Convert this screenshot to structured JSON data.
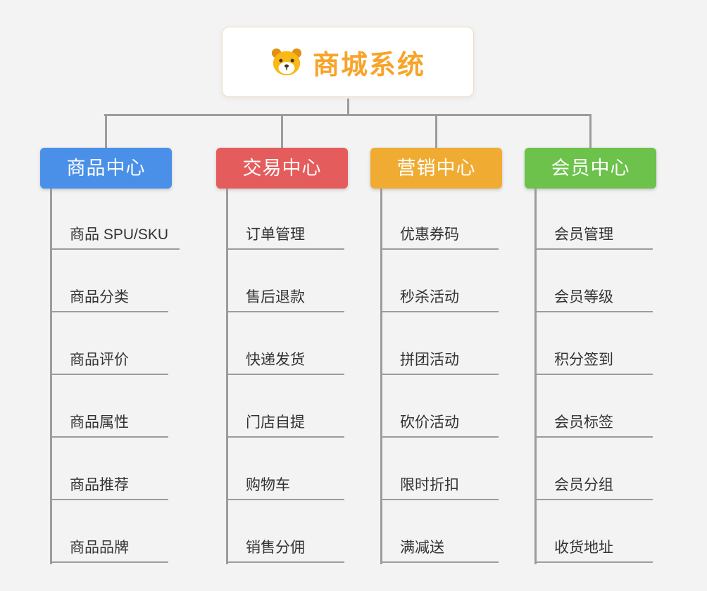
{
  "root": {
    "title": "商城系统",
    "icon": "dog-face-icon",
    "title_color": "#f7a42a"
  },
  "connector_color": "#9c9c9c",
  "branches": [
    {
      "label": "商品中心",
      "color": "#4a90e8",
      "children": [
        "商品 SPU/SKU",
        "商品分类",
        "商品评价",
        "商品属性",
        "商品推荐",
        "商品品牌"
      ]
    },
    {
      "label": "交易中心",
      "color": "#e55c5c",
      "children": [
        "订单管理",
        "售后退款",
        "快递发货",
        "门店自提",
        "购物车",
        "销售分佣"
      ]
    },
    {
      "label": "营销中心",
      "color": "#efab32",
      "children": [
        "优惠券码",
        "秒杀活动",
        "拼团活动",
        "砍价活动",
        "限时折扣",
        "满减送"
      ]
    },
    {
      "label": "会员中心",
      "color": "#6cc24a",
      "children": [
        "会员管理",
        "会员等级",
        "积分签到",
        "会员标签",
        "会员分组",
        "收货地址"
      ]
    }
  ]
}
